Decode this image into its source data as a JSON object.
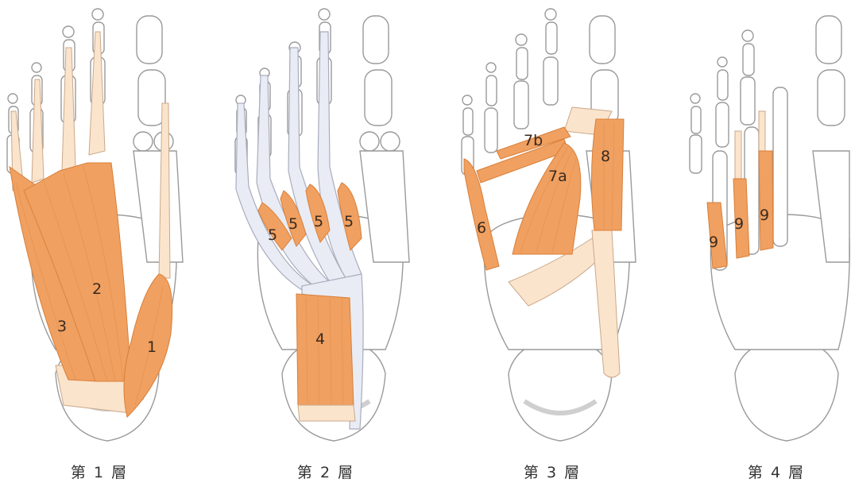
{
  "colors": {
    "bone_fill": "#ffffff",
    "bone_stroke": "#9a9a9a",
    "bone_shadow": "#d8d8d8",
    "muscle": "#f0a060",
    "muscle_line": "#d87f3a",
    "tendon": "#fbe4cc",
    "flexor_tendon": "#e9ecf4",
    "flexor_stroke": "#a9adbd"
  },
  "panels": [
    {
      "caption": "第 1 層",
      "labels": [
        "1",
        "2",
        "3"
      ]
    },
    {
      "caption": "第 2 層",
      "labels": [
        "4",
        "5",
        "5",
        "5",
        "5"
      ]
    },
    {
      "caption": "第 3 層",
      "labels": [
        "6",
        "7a",
        "7b",
        "8"
      ]
    },
    {
      "caption": "第 4 層",
      "labels": [
        "9",
        "9",
        "9"
      ]
    }
  ]
}
